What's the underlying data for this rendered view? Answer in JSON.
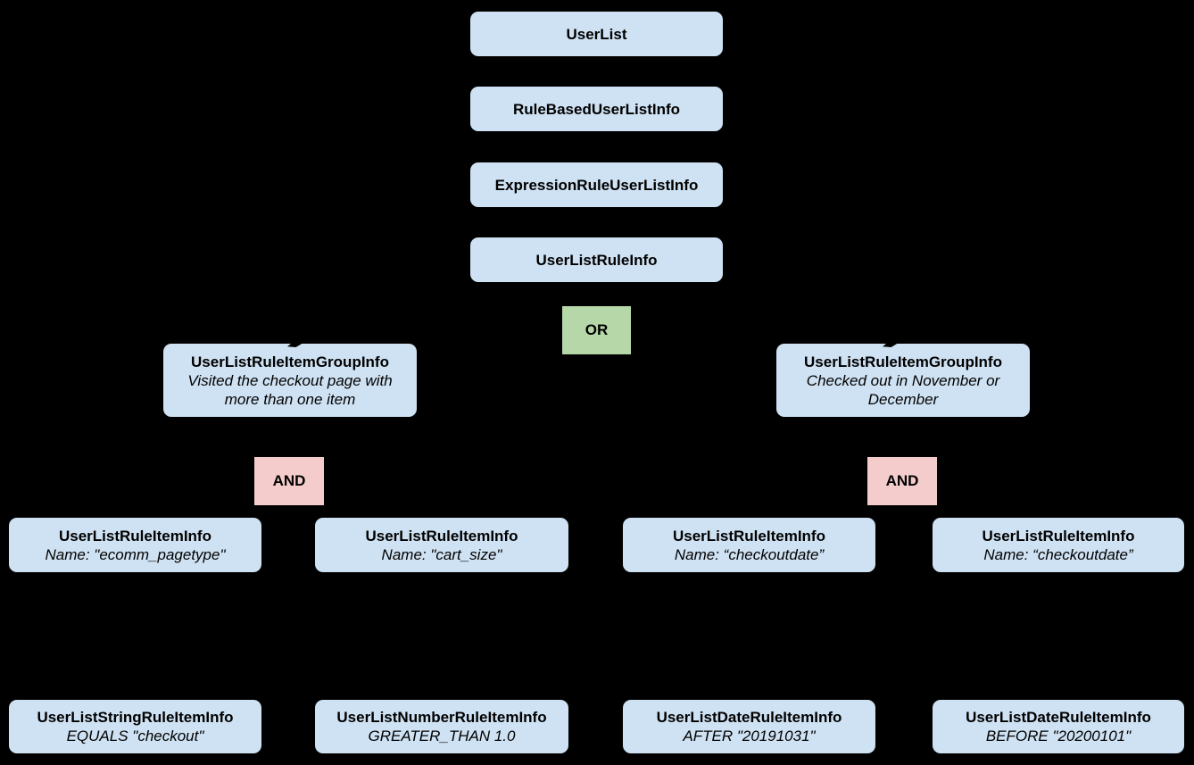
{
  "diagram": {
    "background": "#000000",
    "node_fill": "#cfe2f3",
    "or_fill": "#b6d7a8",
    "and_fill": "#f4cccc",
    "text_color": "#000000",
    "chain": [
      {
        "label": "UserList"
      },
      {
        "label": "RuleBasedUserListInfo"
      },
      {
        "label": "ExpressionRuleUserListInfo"
      },
      {
        "label": "UserListRuleInfo"
      }
    ],
    "or_label": "OR",
    "groups": [
      {
        "title": "UserListRuleItemGroupInfo",
        "description": "Visited the checkout page with more than one item"
      },
      {
        "title": "UserListRuleItemGroupInfo",
        "description": "Checked out in November or December"
      }
    ],
    "and_labels": [
      "AND",
      "AND"
    ],
    "rule_items": [
      {
        "title": "UserListRuleItemInfo",
        "detail": "Name: \"ecomm_pagetype\""
      },
      {
        "title": "UserListRuleItemInfo",
        "detail": "Name: \"cart_size\""
      },
      {
        "title": "UserListRuleItemInfo",
        "detail": "Name: “checkoutdate”"
      },
      {
        "title": "UserListRuleItemInfo",
        "detail": "Name: “checkoutdate”"
      }
    ],
    "operand_items": [
      {
        "title": "UserListStringRuleItemInfo",
        "detail": "EQUALS \"checkout\""
      },
      {
        "title": "UserListNumberRuleItemInfo",
        "detail": "GREATER_THAN 1.0"
      },
      {
        "title": "UserListDateRuleItemInfo",
        "detail": "AFTER \"20191031\""
      },
      {
        "title": "UserListDateRuleItemInfo",
        "detail": "BEFORE \"20200101\""
      }
    ]
  }
}
